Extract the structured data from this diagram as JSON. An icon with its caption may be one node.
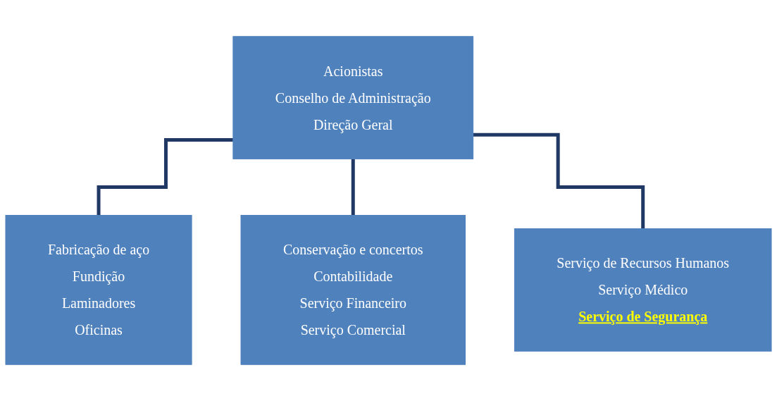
{
  "diagram": {
    "nodes": [
      {
        "text": [
          "Acionistas",
          "Conselho de Administração",
          "Direção Geral"
        ]
      },
      {
        "text": [
          "Fabricação de aço",
          "Fundição",
          "Laminadores",
          "Oficinas"
        ]
      },
      {
        "text": [
          "Conservação e concertos",
          "Contabilidade",
          "Serviço Financeiro",
          "Serviço Comercial"
        ]
      },
      {
        "text": [
          "Serviço de Recursos Humanos",
          "Serviço Médico",
          "Serviço de Segurança"
        ]
      }
    ],
    "edges": [
      {
        "from": 0,
        "to": 1,
        "arrow": "none"
      },
      {
        "from": 0,
        "to": 2,
        "arrow": "none"
      },
      {
        "from": 0,
        "to": 3,
        "arrow": "none"
      }
    ]
  }
}
